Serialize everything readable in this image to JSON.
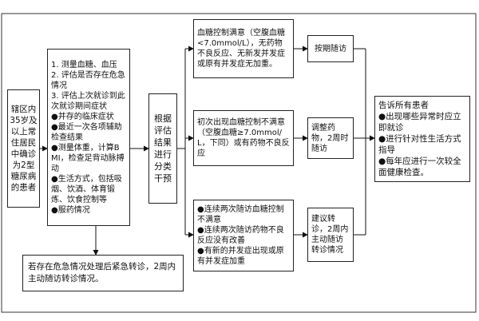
{
  "patients": "辖区内35岁及以上常住居民中确诊为2型糖尿病的患者",
  "assessment": {
    "lines": [
      "1. 测量血糖、血压",
      "2. 评估是否存在危急情况",
      "3. 评估上次就诊到此次就诊期间症状",
      "●并存的临床症状",
      "●最近一次各项辅助检查结果",
      "●测量体重，计算BMI，检查足背动脉搏动",
      "●生活方式，包括吸烟、饮酒、体育锻炼、饮食控制等",
      "●服药情况"
    ]
  },
  "classify": "根据评估结果进行分类干预",
  "conditions": {
    "satisfied": "血糖控制满意（空腹血糖<7.0mmol/L），无药物不良反应、无新发并发症或原有并发症无加重。",
    "first_time": "初次出现血糖控制不满意（空腹血糖≥7.0mmol/L，下同）或有药物不良反应",
    "repeated": [
      "●连续两次随访血糖控制不满意",
      "●连续两次随访药物不良反应没有改善",
      "●有新的并发症出现或原有并发症加重"
    ]
  },
  "actions": {
    "scheduled": "按期随访",
    "adjust": "调整药物，2周时随访",
    "referral": "建议转诊，2周内主动随访转诊情况"
  },
  "inform": {
    "lines": [
      "告诉所有患者",
      "●出现哪些异常时应立即就诊",
      "●进行针对性生活方式指导",
      "●每年应进行一次较全面健康检查。"
    ]
  },
  "emergency": "若存在危急情况处理后紧急转诊，2周内主动随访转诊情况。"
}
